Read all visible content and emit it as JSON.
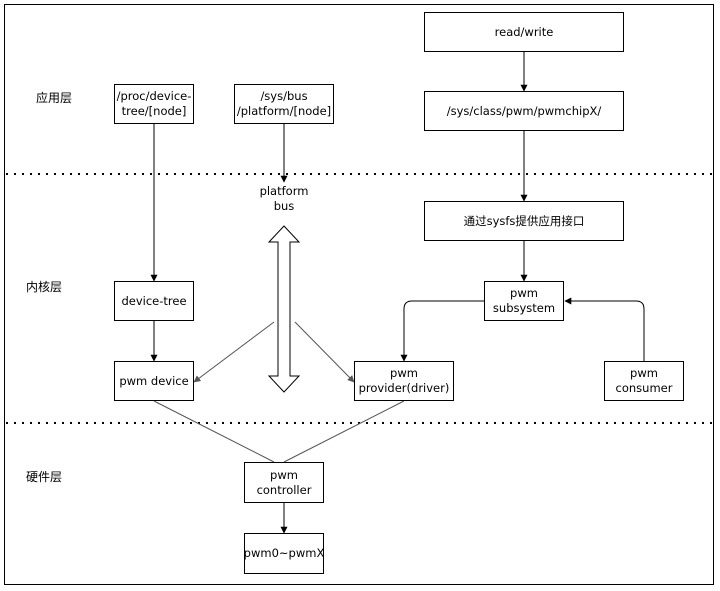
{
  "layers": {
    "app": "应用层",
    "kernel": "内核层",
    "hardware": "硬件层"
  },
  "nodes": {
    "proc_device_tree": "/proc/device-\ntree/[node]",
    "sys_bus": "/sys/bus\n/platform/[node]",
    "read_write": "read/write",
    "sys_class_pwm": "/sys/class/pwm/pwmchipX/",
    "platform_bus": "platform\nbus",
    "sysfs_interface": "通过sysfs提供应用接口",
    "device_tree": "device-tree",
    "pwm_subsystem": "pwm\nsubsystem",
    "pwm_device": "pwm device",
    "pwm_provider": "pwm\nprovider(driver)",
    "pwm_consumer": "pwm\nconsumer",
    "pwm_controller": "pwm\ncontroller",
    "pwm_channels": "pwm0~pwmX"
  }
}
